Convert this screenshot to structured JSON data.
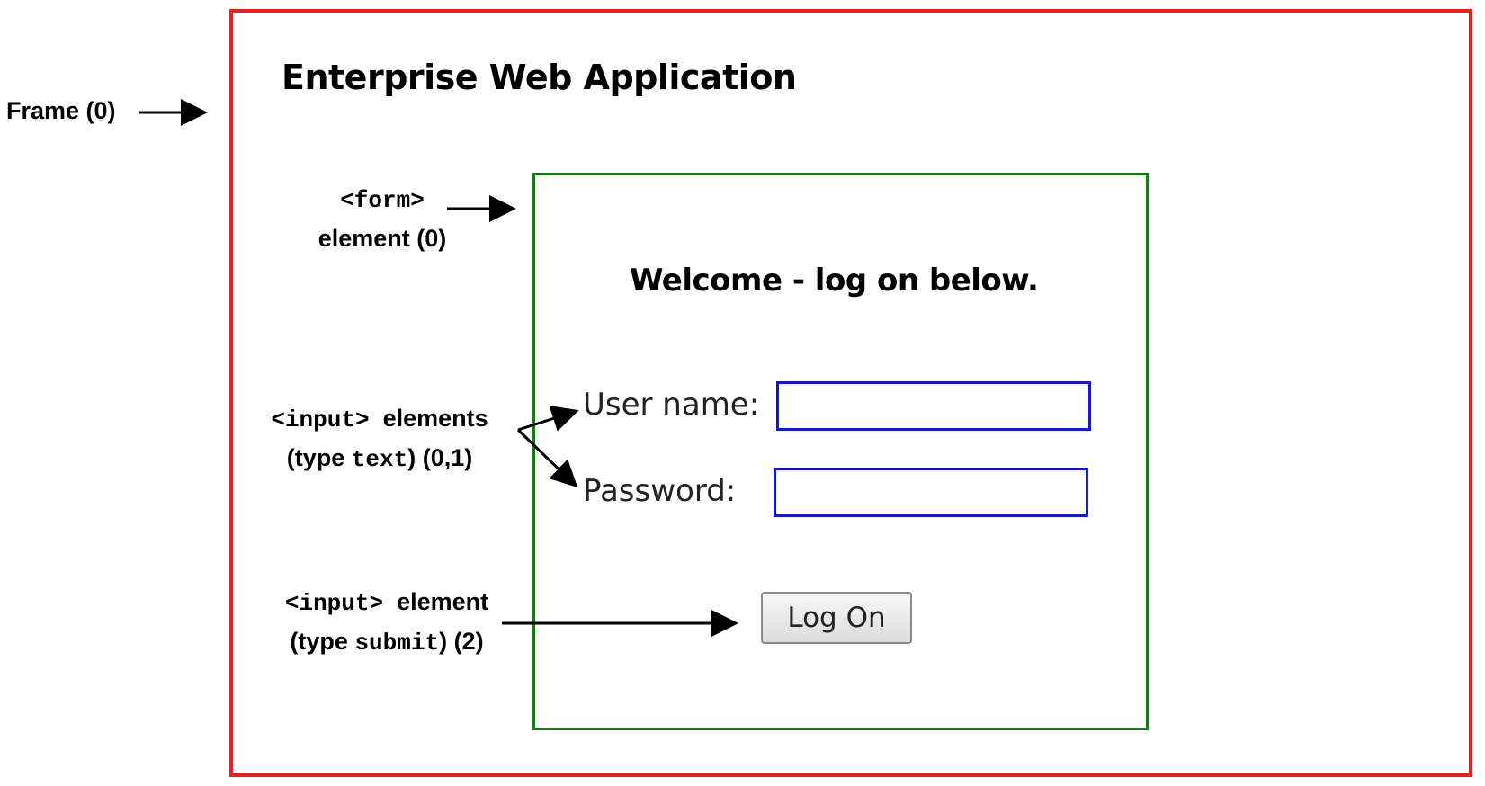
{
  "app": {
    "title": "Enterprise Web Application"
  },
  "form": {
    "heading": "Welcome - log on below.",
    "username_label": "User name:",
    "password_label": "Password:",
    "username_value": "",
    "password_value": "",
    "submit_label": "Log On"
  },
  "annotations": {
    "frame": "Frame (0)",
    "form_tag": "<form>",
    "form_desc": "element (0)",
    "inputs_tag": "<input>",
    "inputs_word": "elements",
    "inputs_type_open": "(type",
    "inputs_type_value": "text",
    "inputs_type_close": ") (0,1)",
    "submit_tag": "<input>",
    "submit_word": "element",
    "submit_type_open": "(type",
    "submit_type_value": "submit",
    "submit_type_close": ") (2)"
  },
  "colors": {
    "frame_border": "#ee1c1c",
    "form_border": "#1a7a1a",
    "input_border": "#1414e0"
  }
}
